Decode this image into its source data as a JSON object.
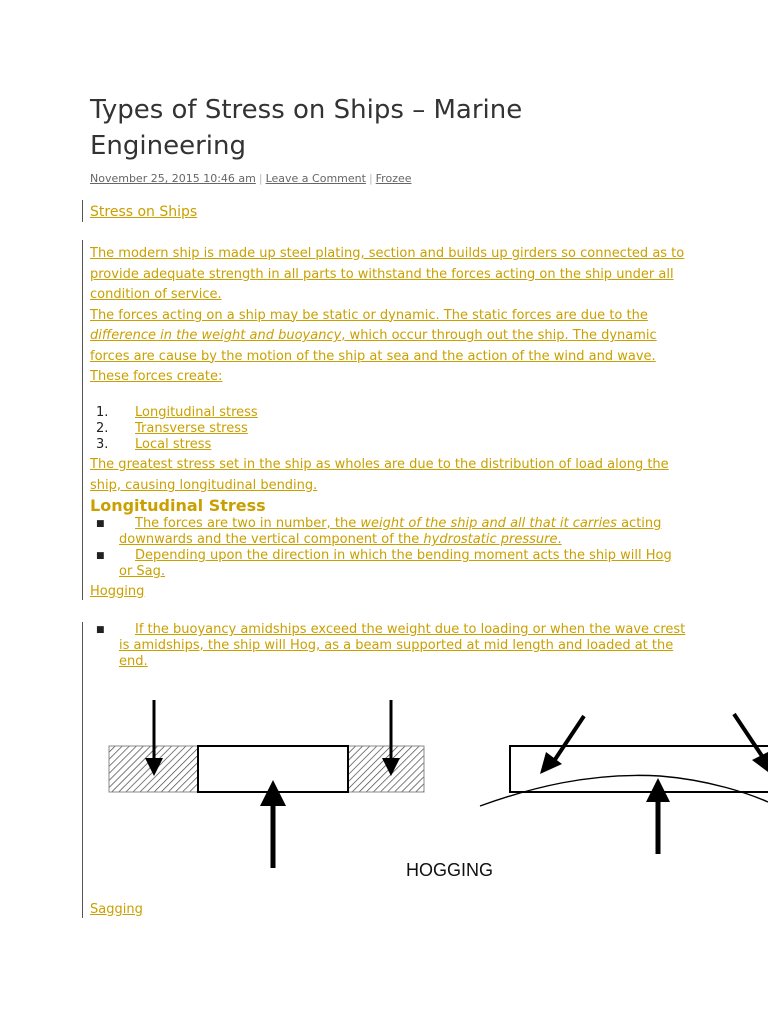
{
  "article": {
    "title": "Types of Stress on Ships – Marine Engineering",
    "date": "November 25, 2015 10:46 am",
    "comment_link": "Leave a Comment",
    "author": "Frozee"
  },
  "sections": {
    "stress_on_ships": "Stress on Ships",
    "hogging": "Hogging",
    "sagging": "Sagging"
  },
  "intro": {
    "p1": "The modern ship is made up steel plating, section and builds up girders so connected as to provide adequate strength in all parts to withstand the forces acting on the ship under all condition of service.",
    "p2_a": "The forces acting on a ship may be static or dynamic. The static forces are due to the ",
    "p2_em": "difference in the weight and buoyancy",
    "p2_b": ", which occur through out the ship. The dynamic forces are cause by the motion of the ship at sea and the action of the wind and wave.",
    "p3": "These forces create:"
  },
  "forces_list": [
    {
      "num": "1.",
      "label": "Longitudinal stress"
    },
    {
      "num": "2.",
      "label": "Transverse stress"
    },
    {
      "num": "3.",
      "label": "Local stress"
    }
  ],
  "greatest_stress": "The greatest stress set in the ship as wholes are due to the distribution of load along the ship, causing longitudinal bending.",
  "longitudinal": {
    "heading": "Longitudinal Stress",
    "b1_a": "The forces are two in number, the ",
    "b1_em1": "weight of the ship and all that it carries",
    "b1_b": " acting downwards and the vertical component of the ",
    "b1_em2": "hydrostatic pressure",
    "b1_c": ".",
    "b2": "Depending upon the direction in which the bending moment acts the ship will Hog or Sag."
  },
  "hogging_bullet": "If the buoyancy amidships exceed the weight due to loading or when the wave crest is amidships, the ship will Hog, as a beam supported at mid length and loaded at the end.",
  "diagram": {
    "caption": "HOGGING"
  },
  "colors": {
    "link": "#c9a000",
    "title": "#333333",
    "meta": "#666666"
  }
}
